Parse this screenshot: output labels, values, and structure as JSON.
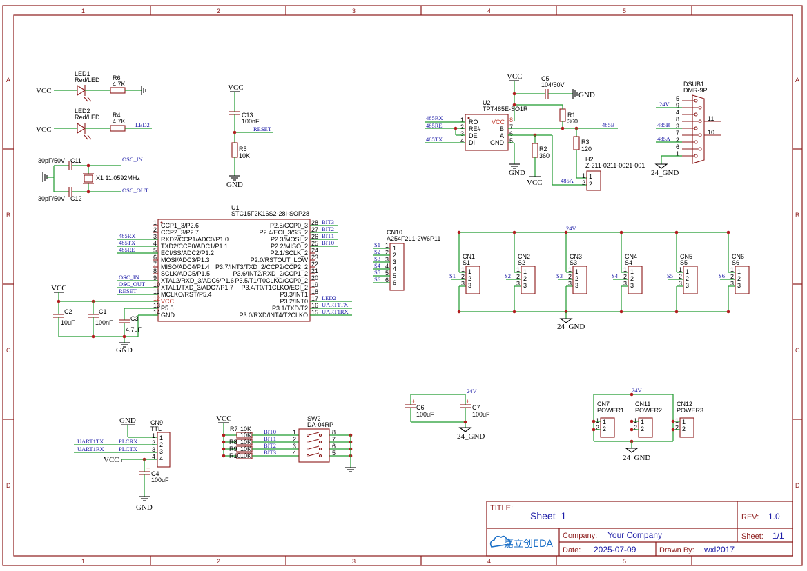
{
  "frame": {
    "cols": [
      "1",
      "2",
      "3",
      "4",
      "5"
    ],
    "rows": [
      "A",
      "B",
      "C",
      "D"
    ]
  },
  "title_block": {
    "title_label": "TITLE:",
    "title": "Sheet_1",
    "rev_label": "REV:",
    "rev": "1.0",
    "company_label": "Company:",
    "company": "Your Company",
    "sheet_label": "Sheet:",
    "sheet": "1/1",
    "date_label": "Date:",
    "date": "2025-07-09",
    "drawn_label": "Drawn By:",
    "drawn": "wxl2017",
    "logo": "嘉立创EDA"
  },
  "leds": {
    "led1_ref": "LED1",
    "led1_val": "Red/LED",
    "r6_ref": "R6",
    "r6_val": "4.7K",
    "vcc1": "VCC",
    "led2_ref": "LED2",
    "led2_val": "Red/LED",
    "r4_ref": "R4",
    "r4_val": "4.7K",
    "vcc2": "VCC",
    "led2_net": "LED2"
  },
  "reset": {
    "vcc": "VCC",
    "c13_ref": "C13",
    "c13_val": "100nF",
    "net": "RESET",
    "r5_ref": "R5",
    "r5_val": "10K",
    "gnd": "GND"
  },
  "osc": {
    "c11_val": "30pF/50V",
    "c11_ref": "C11",
    "c12_val": "30pF/50V",
    "c12_ref": "C12",
    "x1": "X1 11.0592MHz",
    "net_in": "OSC_IN",
    "net_out": "OSC_OUT"
  },
  "rs485": {
    "vcc": "VCC",
    "c5_ref": "C5",
    "c5_val": "104/50V",
    "gnd": "GND",
    "u2_ref": "U2",
    "u2_val": "TPT485E-SO1R",
    "pins_left": [
      "RO",
      "RE#",
      "DE",
      "DI"
    ],
    "pins_left_num": [
      "1",
      "2",
      "3",
      "4"
    ],
    "pins_right": [
      "VCC",
      "B",
      "A",
      "GND"
    ],
    "pins_right_num": [
      "8",
      "7",
      "6",
      "5"
    ],
    "nets_left": [
      "485RX",
      "485RE",
      "485TX"
    ],
    "r1_ref": "R1",
    "r1_val": "360",
    "r2_ref": "R2",
    "r2_val": "360",
    "r3_ref": "R3",
    "r3_val": "120",
    "net_b": "485B",
    "net_a": "485A",
    "gnd2": "GND",
    "vcc2": "VCC",
    "h2_ref": "H2",
    "h2_val": "Z-211-0211-0021-001",
    "h2_pins": [
      "1",
      "2"
    ]
  },
  "dsub": {
    "ref": "DSUB1",
    "val": "DMR-9P",
    "pins": [
      "5",
      "9",
      "4",
      "8",
      "3",
      "7",
      "2",
      "6",
      "1"
    ],
    "extra": [
      "11",
      "10"
    ],
    "nets": [
      "24V",
      "485B",
      "485A"
    ],
    "gnd": "24_GND"
  },
  "mcu": {
    "ref": "U1",
    "val": "STC15F2K16S2-28I-SOP28",
    "left_pins": [
      "CCP1_3/P2.6",
      "CCP2_3/P2.7",
      "RXD2/CCP1/ADC0/P1.0",
      "TXD2/CCP0/ADC1/P1.1",
      "ECI/SS/ADC2/P1.2",
      "MOSI/ADC3/P1.3",
      "MISO/ADC4/P1.4",
      "SCLK/ADC5/P1.5",
      "XTAL2/RXD_3/ADC6/P1.6",
      "XTAL1/TXD_3/ADC7/P1.7",
      "MCLKO/RST/P5.4",
      "VCC",
      "P5.5",
      "GND"
    ],
    "left_nums": [
      "1",
      "2",
      "3",
      "4",
      "5",
      "6",
      "7",
      "8",
      "9",
      "10",
      "11",
      "12",
      "13",
      "14"
    ],
    "right_pins": [
      "P2.5/CCP0_3",
      "P2.4/ECI_3/SS_2",
      "P2.3/MOSI_2",
      "P2.2/MISO_2",
      "P2.1/SCLK_2",
      "P2.0/RSTOUT_LOW",
      "P3.7/INT3/TXD_2/CCP2/CCP2_2",
      "P3.6/INT2/RXD_2/CCP1_2",
      "P3.5/T1/T0CLKO/CCP0_2",
      "P3.4/T0/T1CLKO/ECI_2",
      "P3.3/INT1",
      "P3.2/INT0",
      "P3.1/TXD/T2",
      "P3.0/RXD/INT4/T2CLKO"
    ],
    "right_nums": [
      "28",
      "27",
      "26",
      "25",
      "24",
      "23",
      "22",
      "21",
      "20",
      "19",
      "18",
      "17",
      "16",
      "15"
    ],
    "left_nets": [
      "485RX",
      "485TX",
      "485RE",
      "OSC_IN",
      "OSC_OUT",
      "RESET"
    ],
    "right_nets": [
      "BIT3",
      "BIT2",
      "BIT1",
      "BIT0",
      "LED2",
      "UART1TX",
      "UART1RX"
    ]
  },
  "decoupling": {
    "vcc": "VCC",
    "c2_ref": "C2",
    "c2_val": "10uF",
    "c1_ref": "C1",
    "c1_val": "100nF",
    "c3_ref": "C3",
    "c3_val": "4.7uF",
    "gnd": "GND"
  },
  "cn10": {
    "ref": "CN10",
    "val": "A254F2L1-2W6P11",
    "nets": [
      "S1",
      "S2",
      "S3",
      "S4",
      "S5",
      "S6"
    ],
    "pins": [
      "1",
      "2",
      "3",
      "4",
      "5",
      "6"
    ]
  },
  "sensors": {
    "v24": "24V",
    "gnd": "24_GND",
    "items": [
      {
        "ref": "CN1",
        "sub": "S1",
        "net": "S1"
      },
      {
        "ref": "CN2",
        "sub": "S2",
        "net": "S2"
      },
      {
        "ref": "CN3",
        "sub": "S3",
        "net": "S3"
      },
      {
        "ref": "CN4",
        "sub": "S4",
        "net": "S4"
      },
      {
        "ref": "CN5",
        "sub": "S5",
        "net": "S5"
      },
      {
        "ref": "CN6",
        "sub": "S6",
        "net": "S6"
      }
    ],
    "pins": [
      "1",
      "2",
      "3"
    ]
  },
  "ttl": {
    "gnd_top": "GND",
    "ref": "CN9",
    "val": "TTL",
    "net1": "UART1TX",
    "net1b": "PLCRX",
    "net2": "UART1RX",
    "net2b": "PLCTX",
    "vcc": "VCC",
    "c4_ref": "C4",
    "c4_val": "100uF",
    "gnd": "GND",
    "pins": [
      "1",
      "2",
      "3",
      "4"
    ]
  },
  "dip": {
    "vcc": "VCC",
    "r7": "R7",
    "r7_val": "10K",
    "r_refs": [
      "R8",
      "R9",
      "R10"
    ],
    "r_val": "10K",
    "nets": [
      "BIT0",
      "BIT1",
      "BIT2",
      "BIT3"
    ],
    "sw_ref": "SW2",
    "sw_val": "DA-04RP",
    "left_nums": [
      "1",
      "2",
      "3",
      "4"
    ],
    "right_nums": [
      "8",
      "7",
      "6",
      "5"
    ]
  },
  "bulk": {
    "c6_ref": "C6",
    "c6_val": "100uF",
    "c7_ref": "C7",
    "c7_val": "100uF",
    "v24": "24V",
    "gnd": "24_GND"
  },
  "power": {
    "v24": "24V",
    "gnd": "24_GND",
    "items": [
      {
        "ref": "CN7",
        "val": "POWER1"
      },
      {
        "ref": "CN11",
        "val": "POWER2"
      },
      {
        "ref": "CN12",
        "val": "POWER3"
      }
    ],
    "pins": [
      "1",
      "2"
    ]
  }
}
